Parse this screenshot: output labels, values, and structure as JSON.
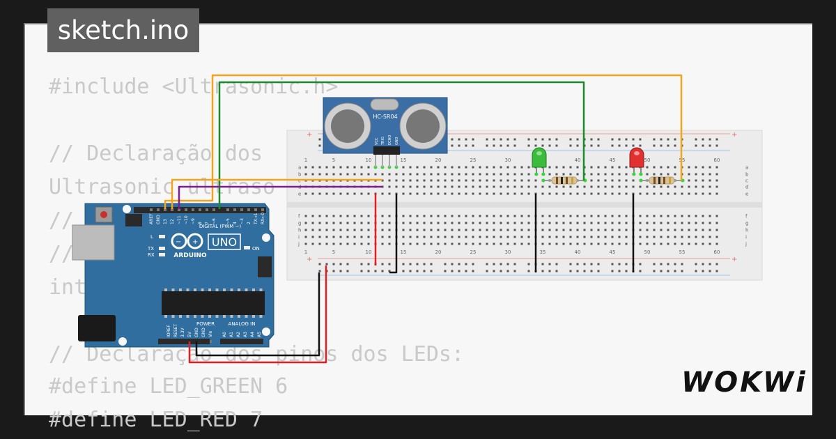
{
  "tab": {
    "filename": "sketch.ino"
  },
  "code_lines": [
    "#include <Ultrasonic.h>",
    "",
    "// Declaração dos",
    "Ultrasonic ultraso",
    "// ",
    "// ",
    "int",
    "",
    "// Declaração dos pinos dos LEDs:",
    "#define LED_GREEN 6",
    "#define LED_RED 7"
  ],
  "brand": {
    "logo": "WOKWi"
  },
  "arduino": {
    "model": "UNO",
    "brand": "ARDUINO",
    "digital_label": "DIGITAL (PWM ~)",
    "power_label": "POWER",
    "analog_label": "ANALOG IN",
    "on_label": "ON",
    "l_label": "L",
    "tx_label": "TX",
    "rx_label": "RX",
    "top_pins": [
      "AREF",
      "GND",
      "13",
      "12",
      "~11",
      "~10",
      "~9",
      "8",
      "7",
      "~6",
      "~5",
      "4",
      "~3",
      "2",
      "TX→1",
      "RX←0"
    ],
    "power_pins": [
      "IOREF",
      "RESET",
      "3.3V",
      "5V",
      "GND",
      "GND",
      "Vin"
    ],
    "analog_pins": [
      "A0",
      "A1",
      "A2",
      "A3",
      "A4",
      "A5"
    ]
  },
  "sensor": {
    "model": "HC-SR04",
    "pins": [
      "VCC",
      "TRIG",
      "ECHO",
      "GND"
    ]
  },
  "breadboard": {
    "column_numbers_top": [
      "1",
      "5",
      "10",
      "15",
      "20",
      "25",
      "30",
      "35",
      "40",
      "45",
      "50",
      "55",
      "60"
    ],
    "column_numbers_bottom": [
      "1",
      "5",
      "10",
      "15",
      "20",
      "25",
      "30",
      "35",
      "40",
      "45",
      "50",
      "55",
      "60"
    ],
    "row_letters_top": [
      "a",
      "b",
      "c",
      "d",
      "e"
    ],
    "row_letters_bottom": [
      "f",
      "g",
      "h",
      "i",
      "j"
    ]
  },
  "colors": {
    "arduino_blue": "#2f6e9e",
    "wire_yellow": "#f2a51c",
    "wire_green": "#1b8a2a",
    "wire_purple": "#7a1f8c",
    "wire_red": "#e02020",
    "wire_black": "#111111",
    "led_green": "#3cbc3c",
    "led_red": "#e03030"
  }
}
